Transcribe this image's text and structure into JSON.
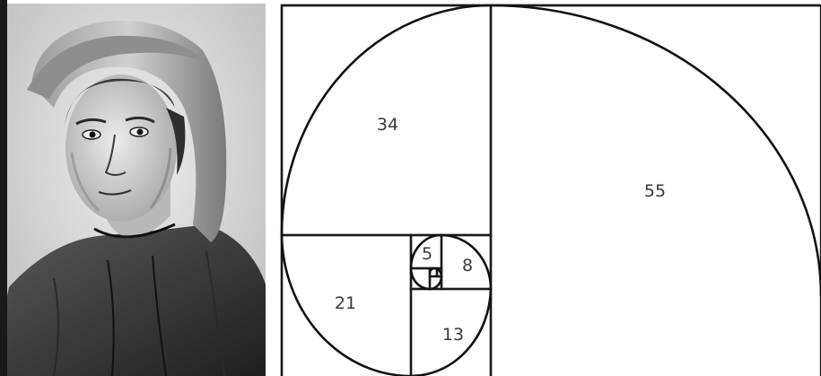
{
  "portrait": {
    "kind": "engraved-portrait",
    "tone_colors": {
      "paper": "#d8d8d8",
      "ink": "#2a2a2a"
    }
  },
  "diagram": {
    "kind": "fibonacci-spiral",
    "labels": {
      "s55": "55",
      "s34": "34",
      "s21": "21",
      "s13": "13",
      "s8": "8",
      "s5": "5"
    }
  },
  "colors": {
    "line": "#111111",
    "background": "#ffffff",
    "frame_left": "#1a1a1a"
  }
}
